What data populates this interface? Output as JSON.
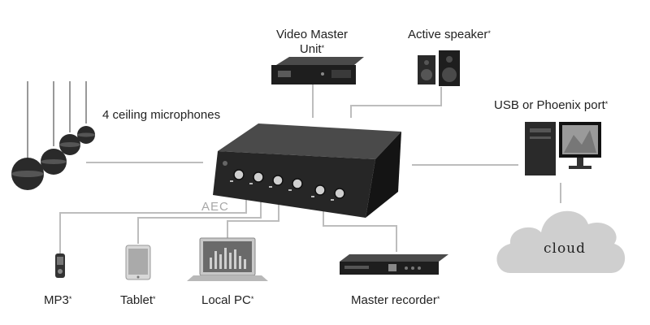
{
  "labels": {
    "video_master": "Video Master",
    "video_master_line2": "Unit",
    "active_speaker": "Active speaker",
    "usb_phoenix": "USB or Phoenix port",
    "ceiling_mics": "4 ceiling microphones",
    "aec": "AEC",
    "cloud": "cloud",
    "mp3": "MP3",
    "tablet": "Tablet",
    "local_pc": "Local PC",
    "master_recorder": "Master recorder"
  },
  "asterisk": "*",
  "colors": {
    "line": "#bdbdbd",
    "device_dark": "#1e1e1e",
    "device_mid": "#3a3a3a",
    "cloud_fill": "#cfcfcf",
    "aec_text": "#a8a8a8"
  },
  "icons": [
    "ceiling-microphone-icon",
    "video-master-unit-icon",
    "active-speaker-icon",
    "pc-tower-monitor-icon",
    "mixer-device-icon",
    "cloud-icon",
    "mp3-player-icon",
    "tablet-icon",
    "laptop-icon",
    "recorder-icon"
  ]
}
